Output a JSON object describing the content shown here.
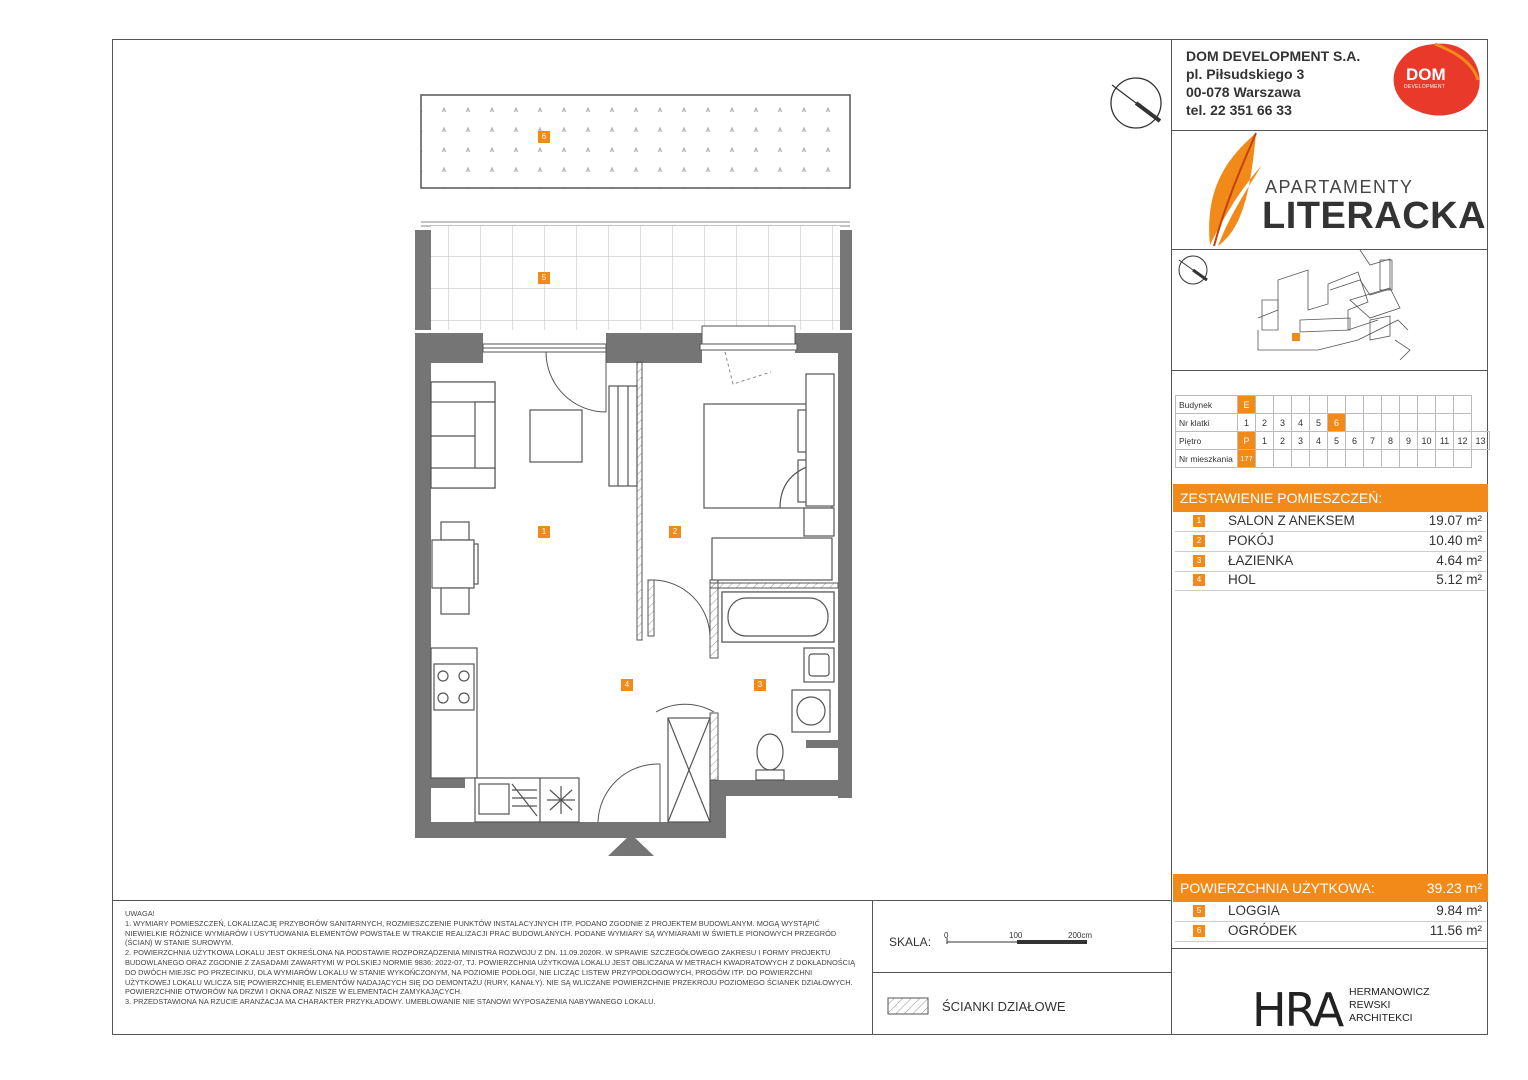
{
  "company": {
    "name": "DOM DEVELOPMENT S.A.",
    "street": "pl. Piłsudskiego 3",
    "city": "00-078 Warszawa",
    "phone": "tel. 22 351 66 33",
    "logo_line1": "DOM",
    "logo_line2": "DEVELOPMENT",
    "brand_color": "#f28a1a"
  },
  "project": {
    "name_top": "APARTAMENTY",
    "name_bottom": "LITERACKA"
  },
  "location": {
    "budynek_label": "Budynek",
    "budynek": [
      "E"
    ],
    "klatka_label": "Nr klatki",
    "klatki": [
      "1",
      "2",
      "3",
      "4",
      "5",
      "6"
    ],
    "klatka_selected": "6",
    "pietro_label": "Piętro",
    "pietra": [
      "P",
      "1",
      "2",
      "3",
      "4",
      "5",
      "6",
      "7",
      "8",
      "9",
      "10",
      "11",
      "12",
      "13"
    ],
    "pietro_selected": "P",
    "mieszkanie_label": "Nr mieszkania",
    "mieszkanie": "177"
  },
  "rooms_header": "ZESTAWIENIE POMIESZCZEŃ:",
  "rooms": [
    {
      "num": "1",
      "name": "SALON Z ANEKSEM",
      "area": "19.07 m²"
    },
    {
      "num": "2",
      "name": "POKÓJ",
      "area": "10.40 m²"
    },
    {
      "num": "3",
      "name": "ŁAZIENKA",
      "area": "4.64 m²"
    },
    {
      "num": "4",
      "name": "HOL",
      "area": "5.12 m²"
    }
  ],
  "total": {
    "label": "POWIERZCHNIA UŻYTKOWA:",
    "value": "39.23 m²"
  },
  "extras": [
    {
      "num": "5",
      "name": "LOGGIA",
      "area": "9.84 m²"
    },
    {
      "num": "6",
      "name": "OGRÓDEK",
      "area": "11.56 m²"
    }
  ],
  "plan_labels": [
    "1",
    "2",
    "3",
    "4",
    "5",
    "6"
  ],
  "notes": {
    "title": "UWAGA!",
    "items": [
      "1.  WYMIARY POMIESZCZEŃ, LOKALIZACJĘ PRZYBORÓW SANITARNYCH, ROZMIESZCZENIE PUNKTÓW INSTALACYJNYCH ITP. PODANO ZGODNIE Z PROJEKTEM BUDOWLANYM. MOGĄ WYSTĄPIĆ NIEWIELKIE RÓŻNICE WYMIARÓW I USYTUOWANIA ELEMENTÓW POWSTAŁE W TRAKCIE REALIZACJI PRAC BUDOWLANYCH. PODANE WYMIARY SĄ WYMIARAMI W ŚWIETLE PIONOWYCH PRZEGRÓD (ŚCIAN) W STANIE SUROWYM.",
      "2.  POWIERZCHNIA UŻYTKOWA LOKALU JEST OKREŚLONA NA PODSTAWIE ROZPORZĄDZENIA MINISTRA ROZWOJU Z DN. 11.09.2020R. W SPRAWIE SZCZEGÓŁOWEGO ZAKRESU I FORMY PROJEKTU BUDOWLANEGO ORAZ ZGODNIE Z ZASADAMI ZAWARTYMI W POLSKIEJ NORMIE 9836: 2022-07, TJ. POWIERZCHNIA UŻYTKOWA LOKALU JEST OBLICZANA W METRACH KWADRATOWYCH Z DOKŁADNOŚCIĄ DO DWÓCH MIEJSC PO PRZECINKU, DLA WYMIARÓW LOKALU W STANIE WYKOŃCZONYM, NA POZIOMIE PODŁOGI, NIE LICZĄC LISTEW PRZYPODŁOGOWYCH, PROGÓW ITP. DO POWIERZCHNI UŻYTKOWEJ LOKALU WLICZA SIĘ POWIERZCHNIĘ ELEMENTÓW NADAJĄCYCH SIĘ DO DEMONTAŻU (RURY, KANAŁY). NIE SĄ WLICZANE POWIERZCHNIE PRZEKROJU POZIOMEGO ŚCIANEK DZIAŁOWYCH. POWIERZCHNIE OTWORÓW NA DRZWI I OKNA ORAZ NISZE W ELEMENTACH ZAMYKAJĄCYCH.",
      "3.  PRZEDSTAWIONA NA RZUCIE ARANŻACJA MA CHARAKTER PRZYKŁADOWY. UMEBLOWANIE NIE STANOWI WYPOSAŻENIA NABYWANEGO LOKALU."
    ]
  },
  "scale": {
    "label": "SKALA:",
    "ticks": [
      "0",
      "100",
      "200cm"
    ]
  },
  "legend": {
    "partition_label": "ŚCIANKI DZIAŁOWE"
  },
  "architect": {
    "logo": "HRA",
    "line1": "HERMANOWICZ",
    "line2": "REWSKI",
    "line3": "ARCHITEKCI"
  }
}
